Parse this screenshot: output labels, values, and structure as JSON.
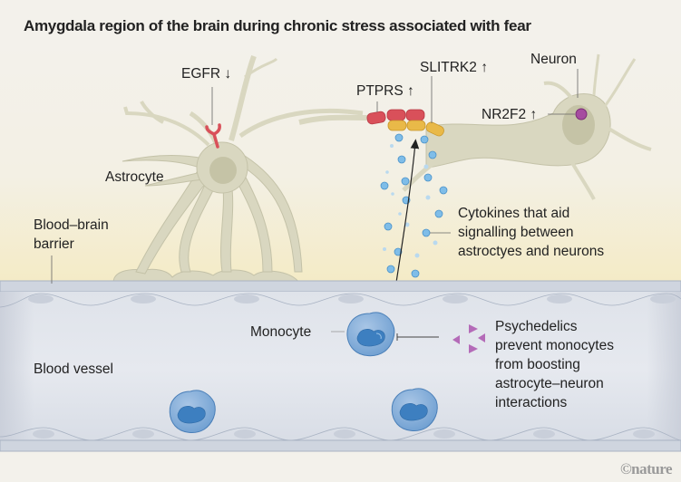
{
  "title": "Amygdala region of the brain during chronic stress associated with fear",
  "labels": {
    "egfr": "EGFR ↓",
    "ptprs": "PTPRS ↑",
    "slitrk2": "SLITRK2 ↑",
    "neuron": "Neuron",
    "nr2f2": "NR2F2 ↑",
    "astrocyte": "Astrocyte",
    "bbb_line1": "Blood–brain",
    "bbb_line2": "barrier",
    "cytokines_line1": "Cytokines that aid",
    "cytokines_line2": "signalling between",
    "cytokines_line3": "astroctyes and neurons",
    "monocyte": "Monocyte",
    "blood_vessel": "Blood vessel",
    "psy_line1": "Psychedelics",
    "psy_line2": "prevent monocytes",
    "psy_line3": "from boosting",
    "psy_line4": "astrocyte–neuron",
    "psy_line5": "interactions"
  },
  "credit": "©nature",
  "colors": {
    "background": "#f3f1eb",
    "brain_gradient_bottom": "#f4ecc8",
    "cell_body": "#d9d7c0",
    "cell_outline": "#bdbb9f",
    "egfr_receptor": "#d9505a",
    "ptprs": "#d9505a",
    "slitrk2": "#e9b948",
    "nr2f2": "#a64ca0",
    "cytokine": "#7fbde8",
    "vessel": "#dfe3ea",
    "vessel_wall": "#a9b3c3",
    "monocyte": "#6f9fd1",
    "monocyte_nucleus": "#3d7fc0",
    "psychedelic": "#b46bb8"
  },
  "icons": {
    "arrow_up": "↑",
    "arrow_down": "↓",
    "inhibit": "⊣"
  }
}
